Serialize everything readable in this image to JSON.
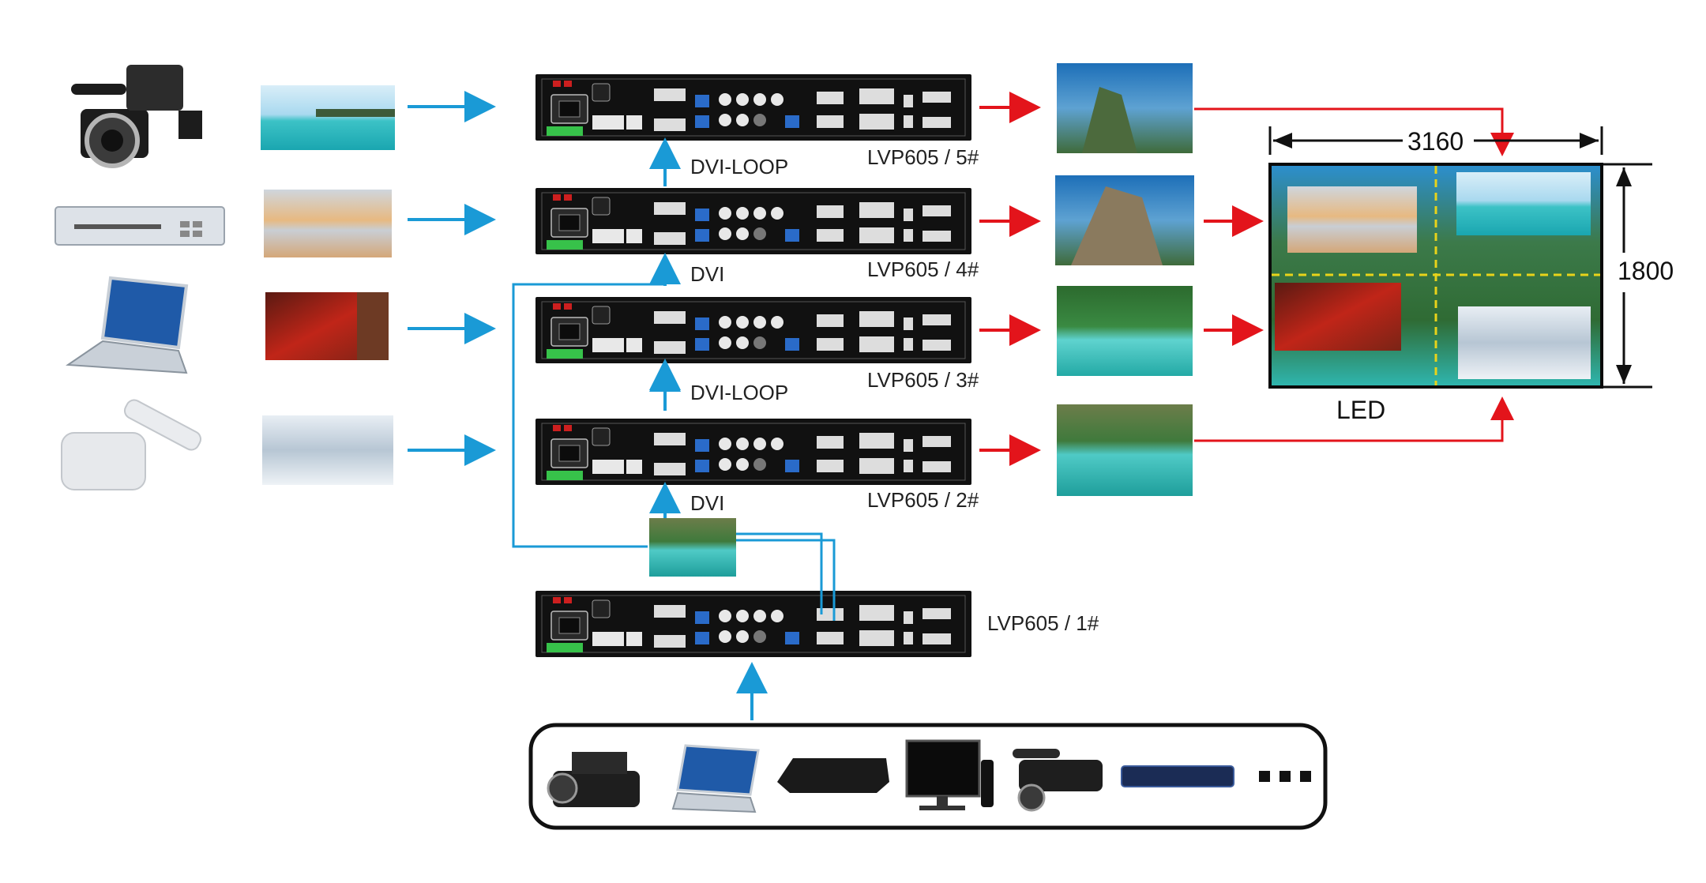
{
  "units": [
    {
      "id": "unit-5",
      "label": "LVP605 / 5#",
      "link_label": "DVI-LOOP"
    },
    {
      "id": "unit-4",
      "label": "LVP605 / 4#",
      "link_label": "DVI"
    },
    {
      "id": "unit-3",
      "label": "LVP605 / 3#",
      "link_label": "DVI-LOOP"
    },
    {
      "id": "unit-2",
      "label": "LVP605 / 2#",
      "link_label": "DVI"
    },
    {
      "id": "unit-1",
      "label": "LVP605 / 1#"
    }
  ],
  "sources": [
    {
      "icon": "camcorder-icon",
      "thumb": "beach-resort-thumbnail"
    },
    {
      "icon": "dvd-player-icon",
      "thumb": "autumn-lake-thumbnail"
    },
    {
      "icon": "laptop-icon",
      "thumb": "red-forest-path-thumbnail"
    },
    {
      "icon": "media-box-icon",
      "thumb": "snow-forest-thumbnail"
    }
  ],
  "outputs": [
    "karst-peak-output",
    "mountain-rock-output",
    "waterfall-lagoon-output",
    "cliff-lagoon-output"
  ],
  "led": {
    "label": "LED",
    "width_label": "3160",
    "height_label": "1800"
  },
  "bottom_devices": [
    "camcorder-icon",
    "laptop-icon",
    "set-top-box-icon",
    "monitor-icon",
    "camcorder-icon",
    "media-player-icon",
    "ellipsis-icon"
  ],
  "colors": {
    "input_arrow": "#1a9ad6",
    "output_arrow": "#e3141b",
    "chassis": "#111111",
    "split_line": "#e8d31a"
  }
}
